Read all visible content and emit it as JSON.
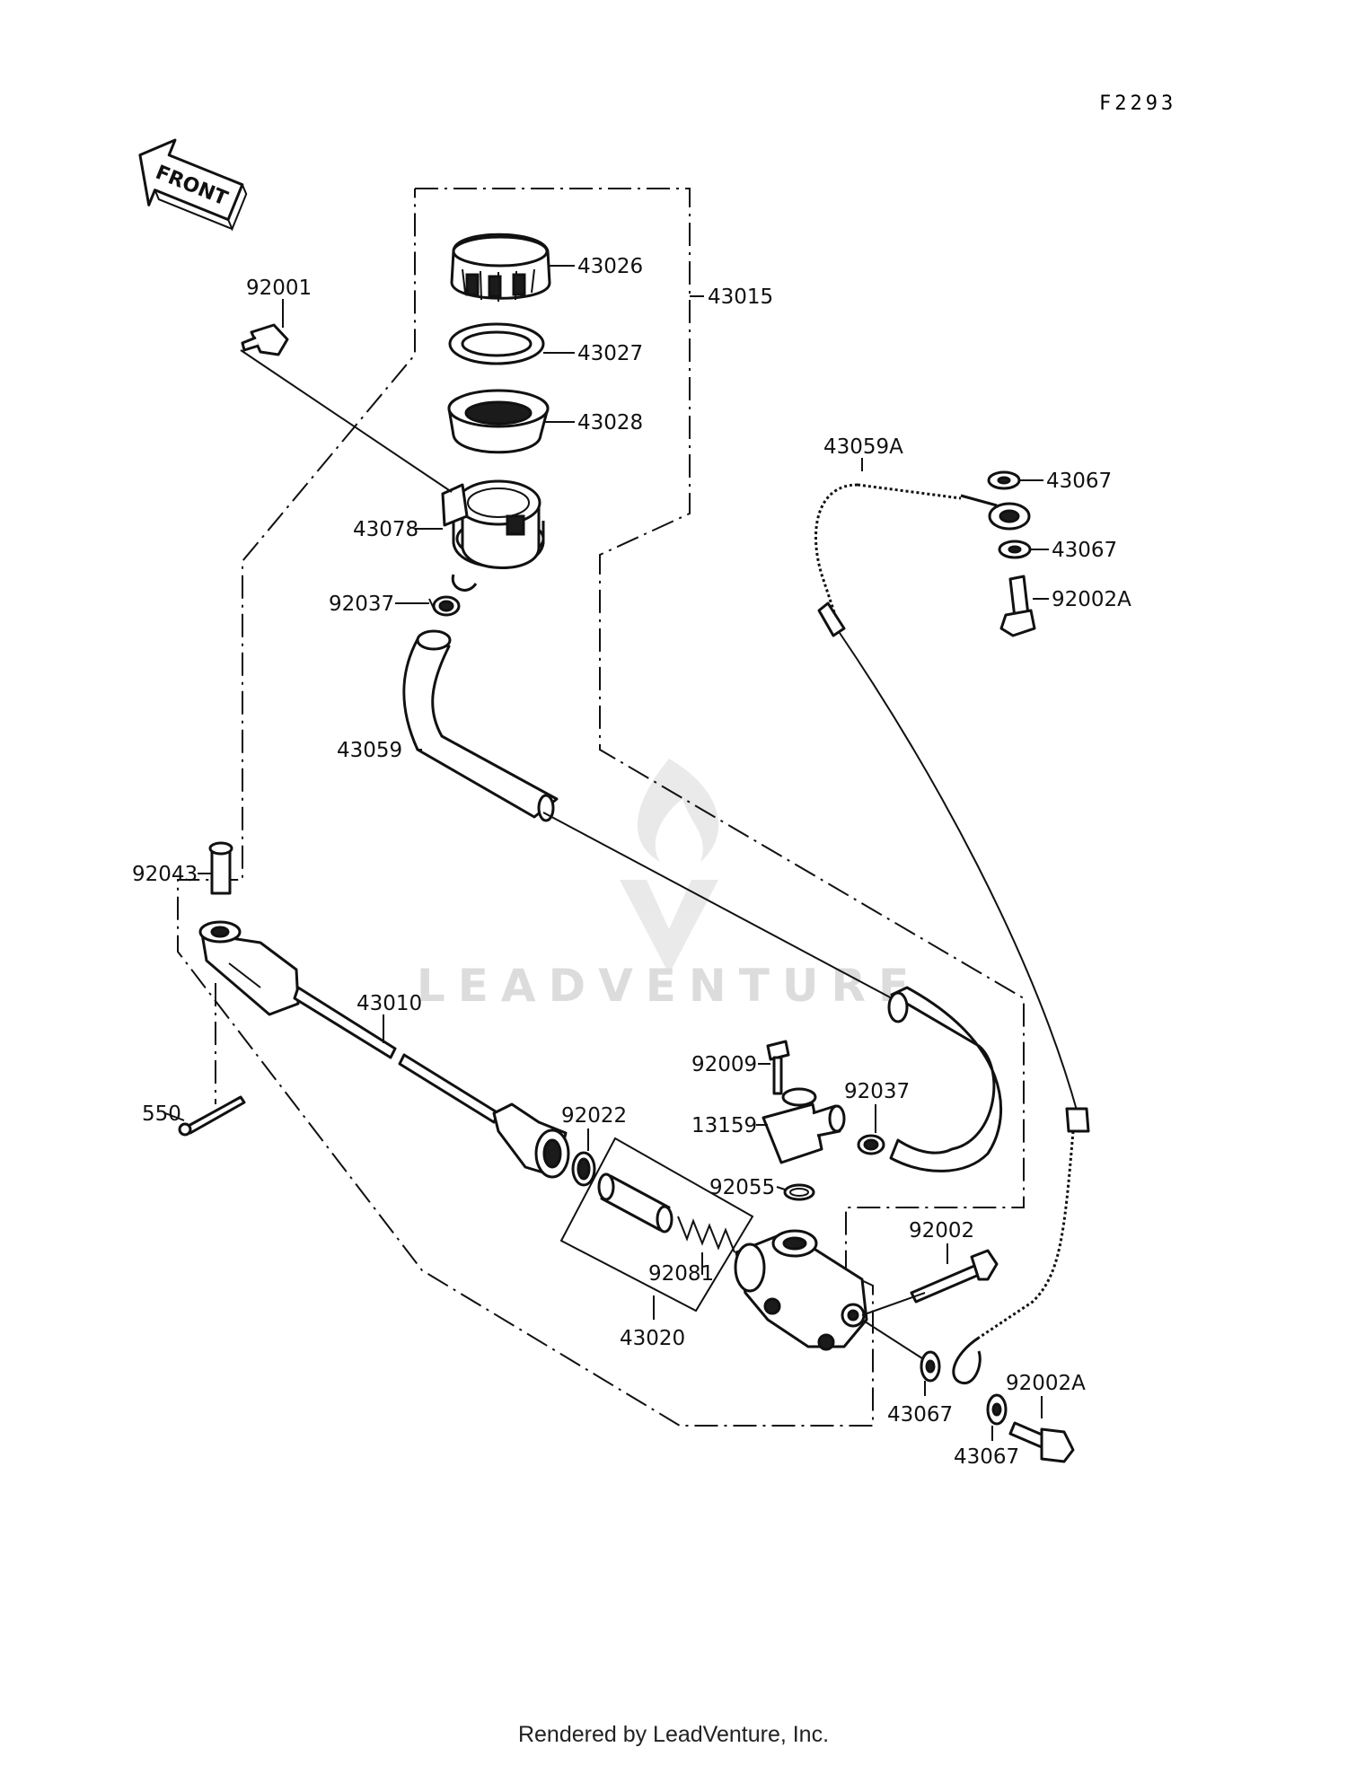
{
  "figure_code": "F2293",
  "front_label": "FRONT",
  "watermark": "LEADVENTURE",
  "footer": "Rendered by LeadVenture, Inc.",
  "parts": {
    "p43026": "43026",
    "p43015": "43015",
    "p92001": "92001",
    "p43027": "43027",
    "p43028": "43028",
    "p43078": "43078",
    "p92037a": "92037",
    "p43059": "43059",
    "p43059A": "43059A",
    "p43067a": "43067",
    "p43067b": "43067",
    "p92002Aa": "92002A",
    "p92043": "92043",
    "p43010": "43010",
    "p550": "550",
    "p92022": "92022",
    "p92009": "92009",
    "p13159": "13159",
    "p92037b": "92037",
    "p92055": "92055",
    "p92002": "92002",
    "p92081": "92081",
    "p43020": "43020",
    "p43067c": "43067",
    "p92002Ab": "92002A",
    "p43067d": "43067"
  }
}
